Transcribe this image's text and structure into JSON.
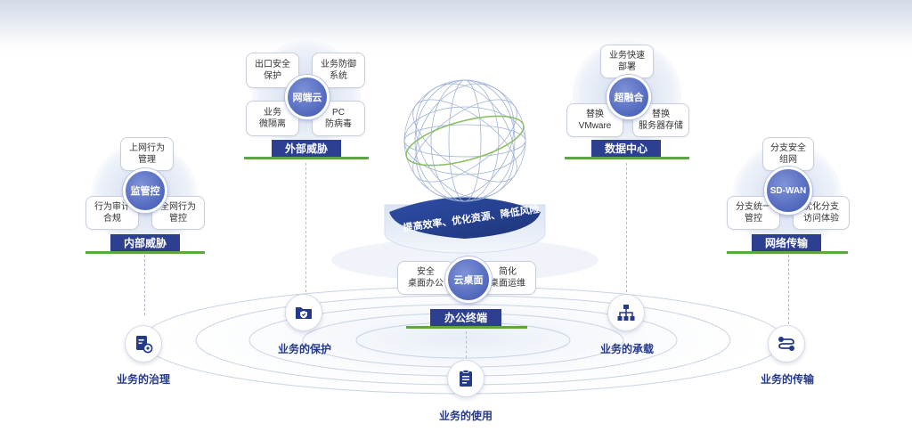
{
  "clusters": {
    "internal": {
      "hub": "监管控",
      "top": "上网行为\n管理",
      "left": "行为审计\n合规",
      "right": "全网行为\n管控",
      "bar": "内部威胁"
    },
    "external": {
      "hub": "网端云",
      "top_left": "出口安全\n保护",
      "top_right": "业务防御\n系统",
      "bottom_left": "业务\n微隔离",
      "bottom_right": "PC\n防病毒",
      "bar": "外部威胁"
    },
    "datacenter": {
      "hub": "超融合",
      "top": "业务快速\n部署",
      "left": "替换\nVMware",
      "right": "替换\n服务器存储",
      "bar": "数据中心"
    },
    "network": {
      "hub": "SD-WAN",
      "top": "分支安全\n组网",
      "left": "分支统一\n管控",
      "right": "优化分支\n访问体验",
      "bar": "网络传输"
    },
    "office": {
      "hub": "云桌面",
      "left": "安全\n桌面办公",
      "right": "简化\n桌面运维",
      "bar": "办公终端"
    }
  },
  "platform": {
    "slogan": "提高效率、优化资源、降低风险"
  },
  "business": {
    "governance": "业务的治理",
    "protection": "业务的保护",
    "usage": "业务的使用",
    "hosting": "业务的承载",
    "transmission": "业务的传输"
  },
  "colors": {
    "navy": "#2c3f90",
    "hub": "#4a5fbf",
    "green": "#5aa83f",
    "label": "#24398a"
  },
  "icons": {
    "governance": "document-gear-icon",
    "protection": "folder-shield-icon",
    "usage": "clipboard-icon",
    "hosting": "network-hierarchy-icon",
    "transmission": "link-route-icon"
  }
}
